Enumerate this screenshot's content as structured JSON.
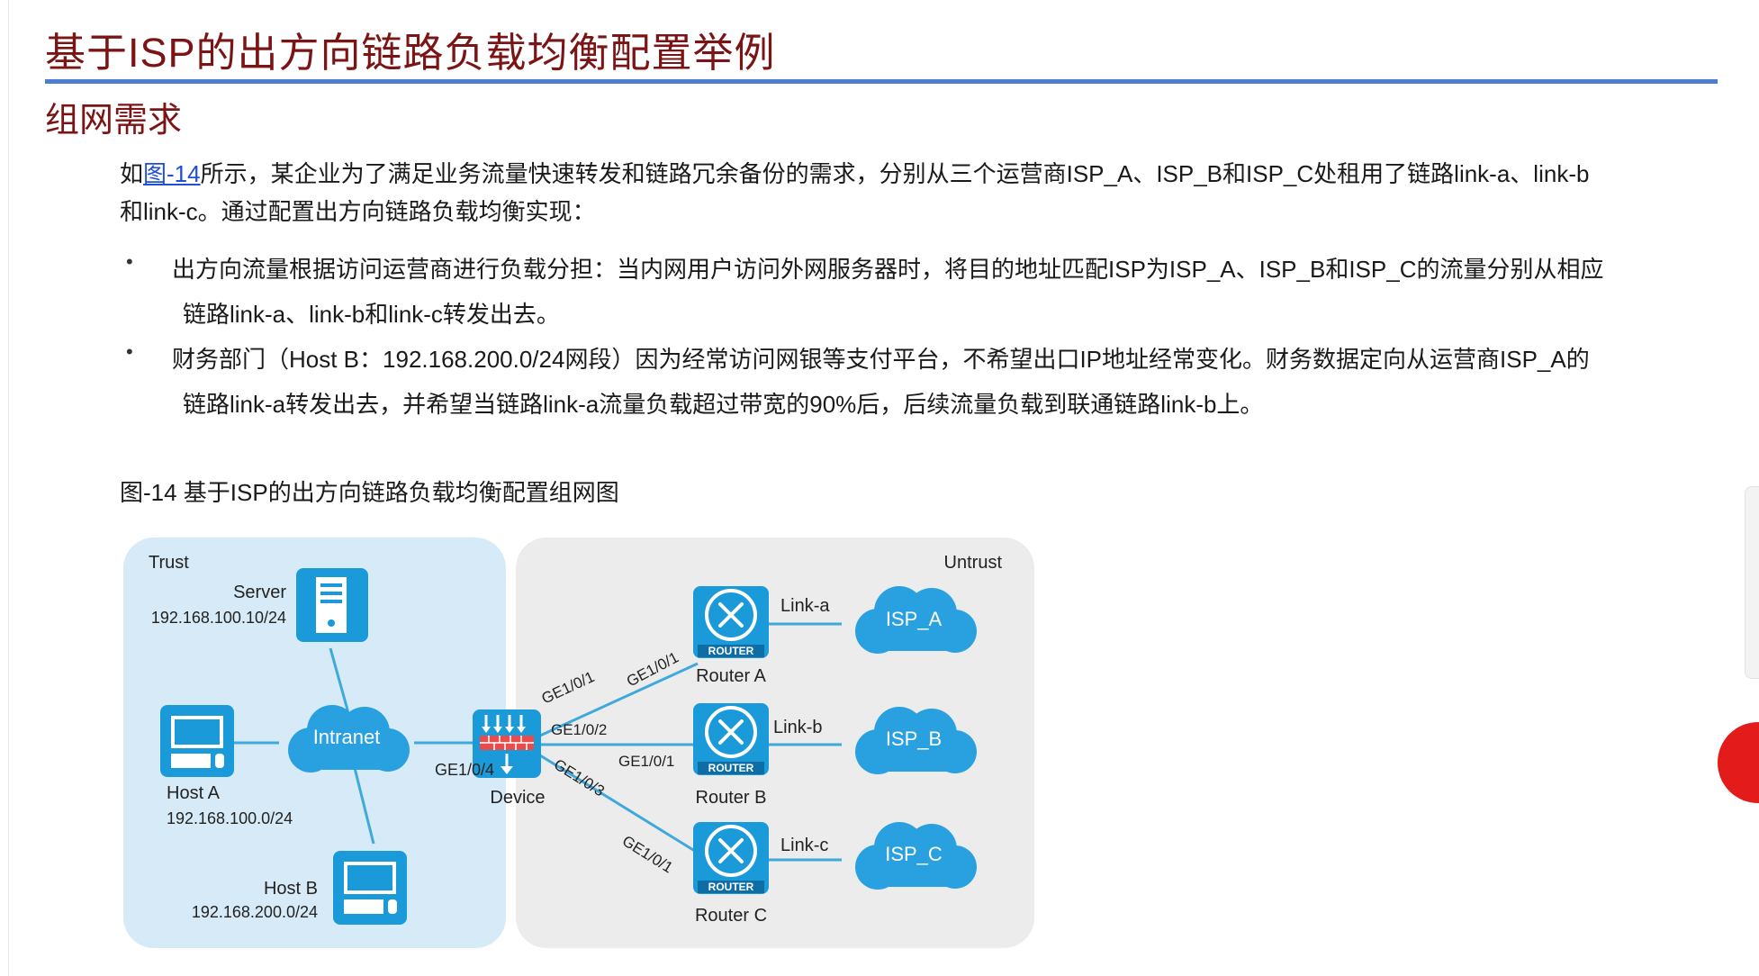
{
  "page_title": "基于ISP的出方向链路负载均衡配置举例",
  "section_title": "组网需求",
  "intro": {
    "prefix": "如",
    "figure_link": "图-14",
    "line1_rest": "所示，某企业为了满足业务流量快速转发和链路冗余备份的需求，分别从三个运营商ISP_A、ISP_B和ISP_C处租用了链路link-a、link-b",
    "line2": "和link-c。通过配置出方向链路负载均衡实现："
  },
  "bullets": [
    {
      "dot": "•",
      "line1": "出方向流量根据访问运营商进行负载分担：当内网用户访问外网服务器时，将目的地址匹配ISP为ISP_A、ISP_B和ISP_C的流量分别从相应",
      "line2": "链路link-a、link-b和link-c转发出去。"
    },
    {
      "dot": "•",
      "line1": "财务部门（Host B：192.168.200.0/24网段）因为经常访问网银等支付平台，不希望出口IP地址经常变化。财务数据定向从运营商ISP_A的",
      "line2": "链路link-a转发出去，并希望当链路link-a流量负载超过带宽的90%后，后续流量负载到联通链路link-b上。"
    }
  ],
  "figure_caption": "图-14 基于ISP的出方向链路负载均衡配置组网图",
  "diagram": {
    "zones": {
      "trust": "Trust",
      "untrust": "Untrust"
    },
    "server": {
      "name": "Server",
      "ip": "192.168.100.10/24"
    },
    "host_a": {
      "name": "Host A",
      "ip": "192.168.100.0/24"
    },
    "host_b": {
      "name": "Host B",
      "ip": "192.168.200.0/24"
    },
    "intranet": "Intranet",
    "device": {
      "name": "Device",
      "port_in": "GE1/0/4",
      "port_1": "GE1/0/1",
      "port_2": "GE1/0/2",
      "port_3": "GE1/0/3"
    },
    "routers": [
      {
        "name": "Router A",
        "badge": "ROUTER",
        "port": "GE1/0/1",
        "link": "Link-a",
        "isp": "ISP_A"
      },
      {
        "name": "Router B",
        "badge": "ROUTER",
        "port": "GE1/0/1",
        "link": "Link-b",
        "isp": "ISP_B"
      },
      {
        "name": "Router C",
        "badge": "ROUTER",
        "port": "GE1/0/1",
        "link": "Link-c",
        "isp": "ISP_C"
      }
    ],
    "colors": {
      "trust_bg": "#d6ebf7",
      "untrust_bg": "#ececec",
      "cloud": "#29a1e0",
      "link_line": "#3fa9dc",
      "icon_bg": "#1a9ad9"
    }
  }
}
